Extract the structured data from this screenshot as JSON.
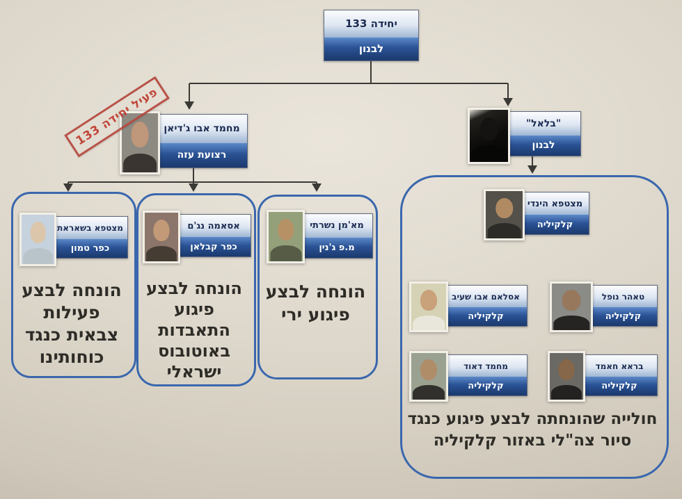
{
  "colors": {
    "paper": "#ded8cc",
    "label_top_gradient": [
      "#fbfcfe",
      "#9fb6d3"
    ],
    "label_bottom_gradient": [
      "#5b89c9",
      "#1b396d"
    ],
    "group_border": "#3a67ad",
    "connector_line": "#3b3935",
    "stamp_red": "#bf392d"
  },
  "root": {
    "title": "יחידה 133",
    "subtitle": "לבנון"
  },
  "stamp": {
    "text": "פעיל יחידה 133"
  },
  "left_leader": {
    "name": "מחמד אבו ג'דיאן",
    "place": "רצועת עזה"
  },
  "right_leader": {
    "name": "\"בלאל\"",
    "place": "לבנון"
  },
  "cells": [
    {
      "name": "מצטפא בשאראת",
      "place": "כפר טמון",
      "mission": [
        "הונחה לבצע",
        "פעילות",
        "צבאית כנגד",
        "כוחותינו"
      ]
    },
    {
      "name": "אסאמה נג'ם",
      "place": "כפר קבלאן",
      "mission": [
        "הונחה לבצע",
        "פיגוע",
        "התאבדות",
        "באוטובוס",
        "ישראלי"
      ]
    },
    {
      "name": "מא'מן נשרתי",
      "place": "מ.פ ג'נין",
      "mission": [
        "הונחה לבצע",
        "פיגוע ירי"
      ]
    }
  ],
  "squad": {
    "leader": {
      "name": "מצטפא הינדי",
      "place": "קלקיליה"
    },
    "members": [
      {
        "name": "אסלאם אבו שעיב",
        "place": "קלקיליה"
      },
      {
        "name": "טאהר נופל",
        "place": "קלקיליה"
      },
      {
        "name": "מחמד דאוד",
        "place": "קלקיליה"
      },
      {
        "name": "בראא חאמד",
        "place": "קלקיליה"
      }
    ],
    "caption": [
      "חולייה שהונחתה לבצע פיגוע כנגד",
      "סיור צה\"לי באזור קלקיליה"
    ]
  }
}
